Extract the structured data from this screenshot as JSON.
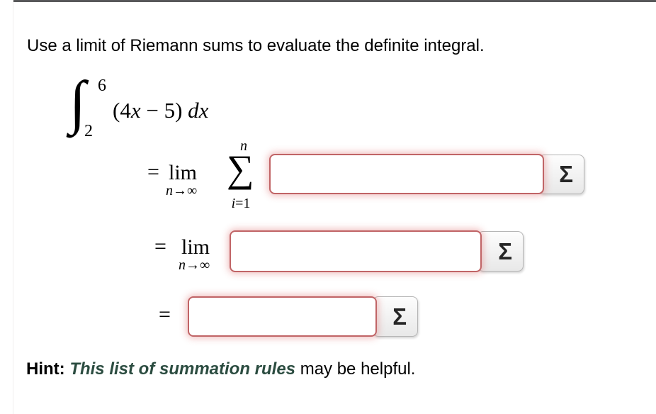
{
  "page": {
    "heading": "Use a limit of Riemann sums to evaluate the definite integral."
  },
  "integral": {
    "symbol": "∫",
    "upper_limit": "6",
    "lower_limit": "2",
    "integrand_pre": "(4",
    "integrand_var": "x",
    "integrand_mid": " − 5) ",
    "integrand_dx": "dx"
  },
  "math": {
    "equals": "=",
    "lim": "lim",
    "lim_var": "n",
    "lim_arrow": "→",
    "lim_inf": "∞",
    "sum_symbol": "∑",
    "sum_upper": "n",
    "sum_lower_var": "i",
    "sum_lower_rest": "=1"
  },
  "inputs": {
    "row1_value": "",
    "row2_value": "",
    "row3_value": ""
  },
  "buttons": {
    "sigma_label": "Σ"
  },
  "hint": {
    "prefix": "Hint: ",
    "link": "This list of summation rules",
    "suffix": " may be helpful."
  },
  "colors": {
    "input_border": "#c06466",
    "input_glow": "rgba(222,110,110,0.45)",
    "link_green": "#2b4c40",
    "top_border": "#58585a"
  }
}
